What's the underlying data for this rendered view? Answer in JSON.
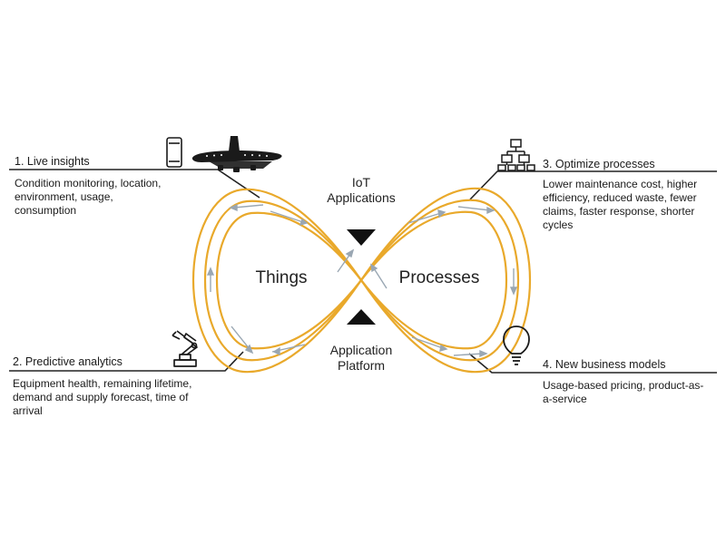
{
  "colors": {
    "loop": "#e9a92b",
    "arrow": "#9aa7b3",
    "line": "#222222"
  },
  "center": {
    "things": "Things",
    "processes": "Processes",
    "top_label": [
      "IoT",
      "Applications"
    ],
    "bottom_label": [
      "Application",
      "Platform"
    ]
  },
  "sections": {
    "live": {
      "title": "1. Live insights",
      "body": "Condition monitoring, location, environment, usage, consumption",
      "icons": [
        "smartphone-icon",
        "airplane-icon"
      ]
    },
    "predictive": {
      "title": "2. Predictive analytics",
      "body": "Equipment health, remaining lifetime, demand and supply forecast, time of arrival",
      "icons": [
        "robot-arm-icon"
      ]
    },
    "optimize": {
      "title": "3. Optimize processes",
      "body": "Lower maintenance cost, higher efficiency, reduced waste, fewer claims, faster response, shorter cycles",
      "icons": [
        "org-chart-icon"
      ]
    },
    "business": {
      "title": "4. New business models",
      "body": "Usage-based pricing, product-as-a-service",
      "icons": [
        "lightbulb-icon"
      ]
    }
  }
}
